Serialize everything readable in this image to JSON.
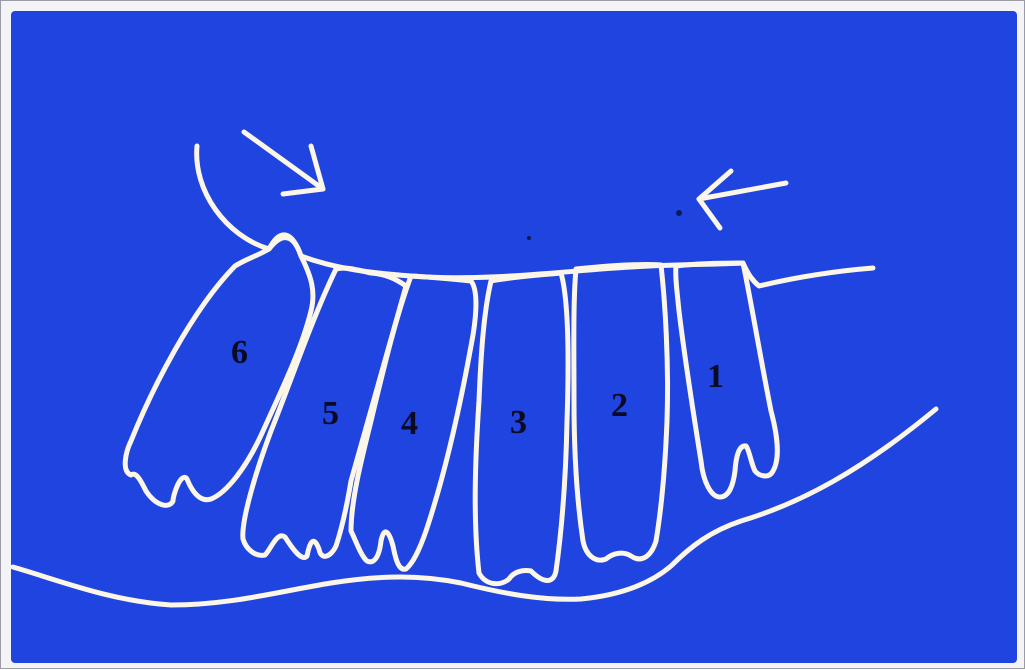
{
  "diagram": {
    "background_color": "#1f44e0",
    "line_color": "#fbf6e8",
    "label_color": "#0a0a22",
    "tooth_labels": [
      "1",
      "2",
      "3",
      "4",
      "5",
      "6"
    ],
    "arrows": [
      {
        "icon": "arrow-down-right-icon"
      },
      {
        "icon": "arrow-left-icon"
      }
    ]
  }
}
